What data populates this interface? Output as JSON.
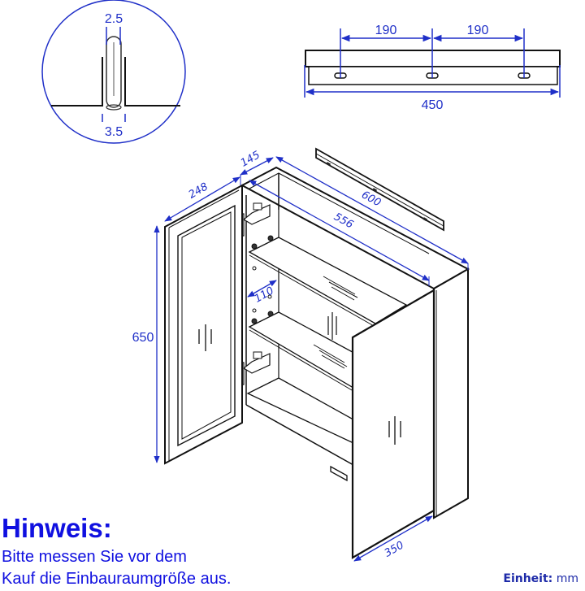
{
  "detail_anchor": {
    "top_dimension": "2.5",
    "bottom_dimension": "3.5"
  },
  "wall_bracket_top_view": {
    "spacing_left": "190",
    "spacing_right": "190",
    "overall_length": "450"
  },
  "cabinet": {
    "door_width": "248",
    "depth": "145",
    "total_width": "600",
    "inner_width": "556",
    "height": "650",
    "shelf_depth": "110",
    "right_door_width": "350"
  },
  "note": {
    "title": "Hinweis:",
    "line1": "Bitte messen Sie vor dem",
    "line2": "Kauf die Einbauraumgröße aus."
  },
  "unit": {
    "label": "Einheit:",
    "value": "mm"
  },
  "colors": {
    "dimension": "#1f2fc8",
    "outline": "#111111",
    "note_text": "#1010e0"
  }
}
